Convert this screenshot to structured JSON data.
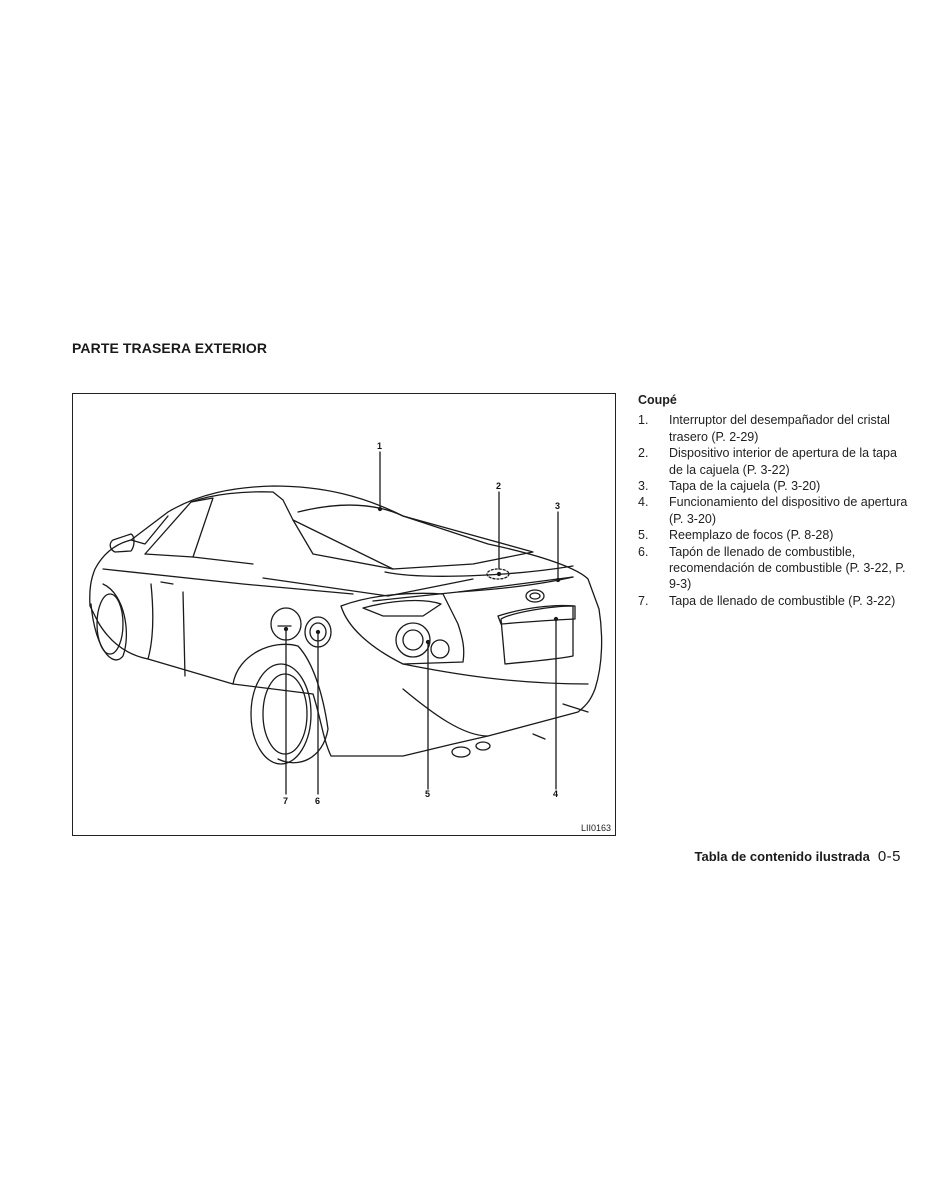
{
  "section_title": "PARTE TRASERA EXTERIOR",
  "figure": {
    "code": "LII0163",
    "callouts": [
      "1",
      "2",
      "3",
      "4",
      "5",
      "6",
      "7"
    ]
  },
  "legend": {
    "heading": "Coupé",
    "items": [
      {
        "num": "1.",
        "text": "Interruptor del desempañador del cristal trasero (P. 2-29)"
      },
      {
        "num": "2.",
        "text": "Dispositivo interior de apertura de la tapa de la cajuela (P. 3-22)"
      },
      {
        "num": "3.",
        "text": "Tapa de la cajuela (P. 3-20)"
      },
      {
        "num": "4.",
        "text": "Funcionamiento del dispositivo de apertura (P. 3-20)"
      },
      {
        "num": "5.",
        "text": "Reemplazo de focos (P. 8-28)"
      },
      {
        "num": "6.",
        "text": "Tapón de llenado de combustible, recomendación de combustible (P. 3-22, P. 9-3)"
      },
      {
        "num": "7.",
        "text": "Tapa de llenado de combustible (P. 3-22)"
      }
    ]
  },
  "footer": {
    "title": "Tabla de contenido ilustrada",
    "page": "0-5"
  }
}
